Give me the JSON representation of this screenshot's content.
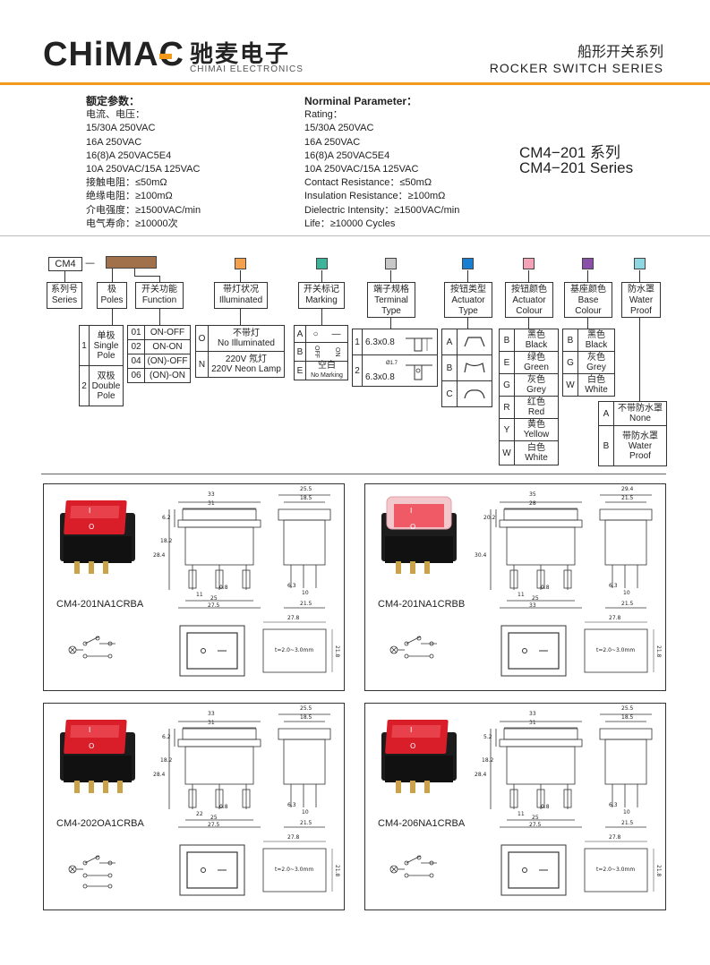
{
  "header": {
    "logo_text": "CHiMAC",
    "brand_cn": "驰麦电子",
    "brand_en": "CHIMAI ELECTRONICS",
    "series_cn": "船形开关系列",
    "series_en": "ROCKER SWITCH SERIES"
  },
  "params_cn": {
    "title": "额定参数：",
    "lines": [
      "电流、电压：",
      "15/30A 250VAC",
      "16A 250VAC",
      "16(8)A 250VAC5E4",
      "10A 250VAC/15A 125VAC",
      "接触电阻：≤50mΩ",
      "绝缘电阻：≥100mΩ",
      "介电强度：≥1500VAC/min",
      "电气寿命：≥10000次"
    ]
  },
  "params_en": {
    "title": "Norminal Parameter：",
    "lines": [
      "Rating：",
      "15/30A 250VAC",
      "16A 250VAC",
      "16(8)A 250VAC5E4",
      "10A 250VAC/15A 125VAC",
      "Contact Resistance：≤50mΩ",
      "Insulation Resistance：≥100mΩ",
      "Dielectric Intensity：≥1500VAC/min",
      "Life：≥10000 Cycles"
    ]
  },
  "model": {
    "cn": "CM4−201 系列",
    "en": "CM4−201 Series"
  },
  "code": {
    "prefix": "CM4",
    "dash": "—",
    "colors": {
      "brown": "#a0714a",
      "orange": "#f5a04a",
      "teal": "#3db39a",
      "grey": "#c8c8c8",
      "blue": "#1a7fd1",
      "pink": "#f4a2b8",
      "purple": "#8a4fa8",
      "cyan": "#8fd6e0"
    },
    "headers": {
      "series": [
        "系列号",
        "Series"
      ],
      "poles": [
        "极",
        "Poles"
      ],
      "function": [
        "开关功能",
        "Function"
      ],
      "illuminated": [
        "带灯状况",
        "Illuminated"
      ],
      "marking": [
        "开关标记",
        "Marking"
      ],
      "terminal": [
        "端子规格",
        "Terminal",
        "Type"
      ],
      "actuator": [
        "按钮类型",
        "Actuator",
        "Type"
      ],
      "act_colour": [
        "按钮颜色",
        "Actuator",
        "Colour"
      ],
      "base_colour": [
        "基座颜色",
        "Base",
        "Colour"
      ],
      "water": [
        "防水罩",
        "Water",
        "Proof"
      ]
    },
    "poles": [
      {
        "code": "1",
        "cn": "单极",
        "en1": "Single",
        "en2": "Pole"
      },
      {
        "code": "2",
        "cn": "双极",
        "en1": "Double",
        "en2": "Pole"
      }
    ],
    "functions": [
      {
        "code": "01",
        "label": "ON-OFF"
      },
      {
        "code": "02",
        "label": "ON-ON"
      },
      {
        "code": "04",
        "label": "(ON)-OFF"
      },
      {
        "code": "06",
        "label": "(ON)-ON"
      }
    ],
    "illum": [
      {
        "code": "O",
        "cn": "不带灯",
        "en": "No Illuminated"
      },
      {
        "code": "N",
        "cn": "220V 氖灯",
        "en": "220V Neon Lamp"
      }
    ],
    "marking": [
      {
        "code": "A",
        "sym1": "○",
        "sym2": "—"
      },
      {
        "code": "B",
        "sym1": "OFF",
        "sym2": "ON"
      },
      {
        "code": "E",
        "cn": "空白",
        "en": "No Marking"
      }
    ],
    "terminal": [
      {
        "code": "1",
        "label": "6.3x0.8"
      },
      {
        "code": "2",
        "label": "6.3x0.8",
        "hole": "Ø1.7"
      }
    ],
    "actuator": [
      "A",
      "B",
      "C"
    ],
    "act_colours": [
      {
        "code": "B",
        "cn": "黑色",
        "en": "Black"
      },
      {
        "code": "E",
        "cn": "绿色",
        "en": "Green"
      },
      {
        "code": "G",
        "cn": "灰色",
        "en": "Grey"
      },
      {
        "code": "R",
        "cn": "红色",
        "en": "Red"
      },
      {
        "code": "Y",
        "cn": "黄色",
        "en": "Yellow"
      },
      {
        "code": "W",
        "cn": "白色",
        "en": "White"
      }
    ],
    "base_colours": [
      {
        "code": "B",
        "cn": "黑色",
        "en": "Black"
      },
      {
        "code": "G",
        "cn": "灰色",
        "en": "Grey"
      },
      {
        "code": "W",
        "cn": "白色",
        "en": "White"
      }
    ],
    "water": [
      {
        "code": "A",
        "cn": "不带防水罩",
        "en": "None"
      },
      {
        "code": "B",
        "cn": "带防水罩",
        "en1": "Water",
        "en2": "Proof"
      }
    ]
  },
  "products": [
    {
      "name": "CM4-201NA1CRBA",
      "w_outer": "33",
      "w_inner": "31",
      "h_top": "6.2",
      "h_mid": "18.2",
      "h_total": "28.4",
      "side_outer": "25.5",
      "side_inner": "18.5",
      "pin1": "0.8",
      "pin2": "11",
      "base1": "25",
      "base2": "27.5",
      "side_pin1": "6.3",
      "side_pin2": "10",
      "side_base": "21.5",
      "panel_w": "27.8",
      "panel_h": "21.8",
      "panel_t": "t=2.0~3.0mm"
    },
    {
      "name": "CM4-201NA1CRBB",
      "w_outer": "35",
      "w_inner": "28",
      "h_top": "20.2",
      "h_mid": "",
      "h_total": "30.4",
      "side_outer": "29.4",
      "side_inner": "21.5",
      "pin1": "0.8",
      "pin2": "11",
      "base1": "25",
      "base2": "33",
      "side_pin1": "6.3",
      "side_pin2": "10",
      "side_base": "21.5",
      "panel_w": "27.8",
      "panel_h": "21.8",
      "panel_t": "t=2.0~3.0mm"
    },
    {
      "name": "CM4-202OA1CRBA",
      "w_outer": "33",
      "w_inner": "31",
      "h_top": "6.2",
      "h_mid": "18.2",
      "h_total": "28.4",
      "side_outer": "25.5",
      "side_inner": "18.5",
      "pin1": "0.8",
      "pin2": "22",
      "base1": "25",
      "base2": "27.5",
      "side_pin1": "6.3",
      "side_pin2": "10",
      "side_base": "21.5",
      "panel_w": "27.8",
      "panel_h": "21.8",
      "panel_t": "t=2.0~3.0mm"
    },
    {
      "name": "CM4-206NA1CRBA",
      "w_outer": "33",
      "w_inner": "31",
      "h_top": "5.2",
      "h_mid": "18.2",
      "h_total": "28.4",
      "side_outer": "25.5",
      "side_inner": "18.5",
      "pin1": "0.8",
      "pin2": "11",
      "base1": "25",
      "base2": "27.5",
      "side_pin1": "6.3",
      "side_pin2": "10",
      "side_base": "21.5",
      "panel_w": "27.8",
      "panel_h": "21.8",
      "panel_t": "t=2.0~3.0mm"
    }
  ]
}
